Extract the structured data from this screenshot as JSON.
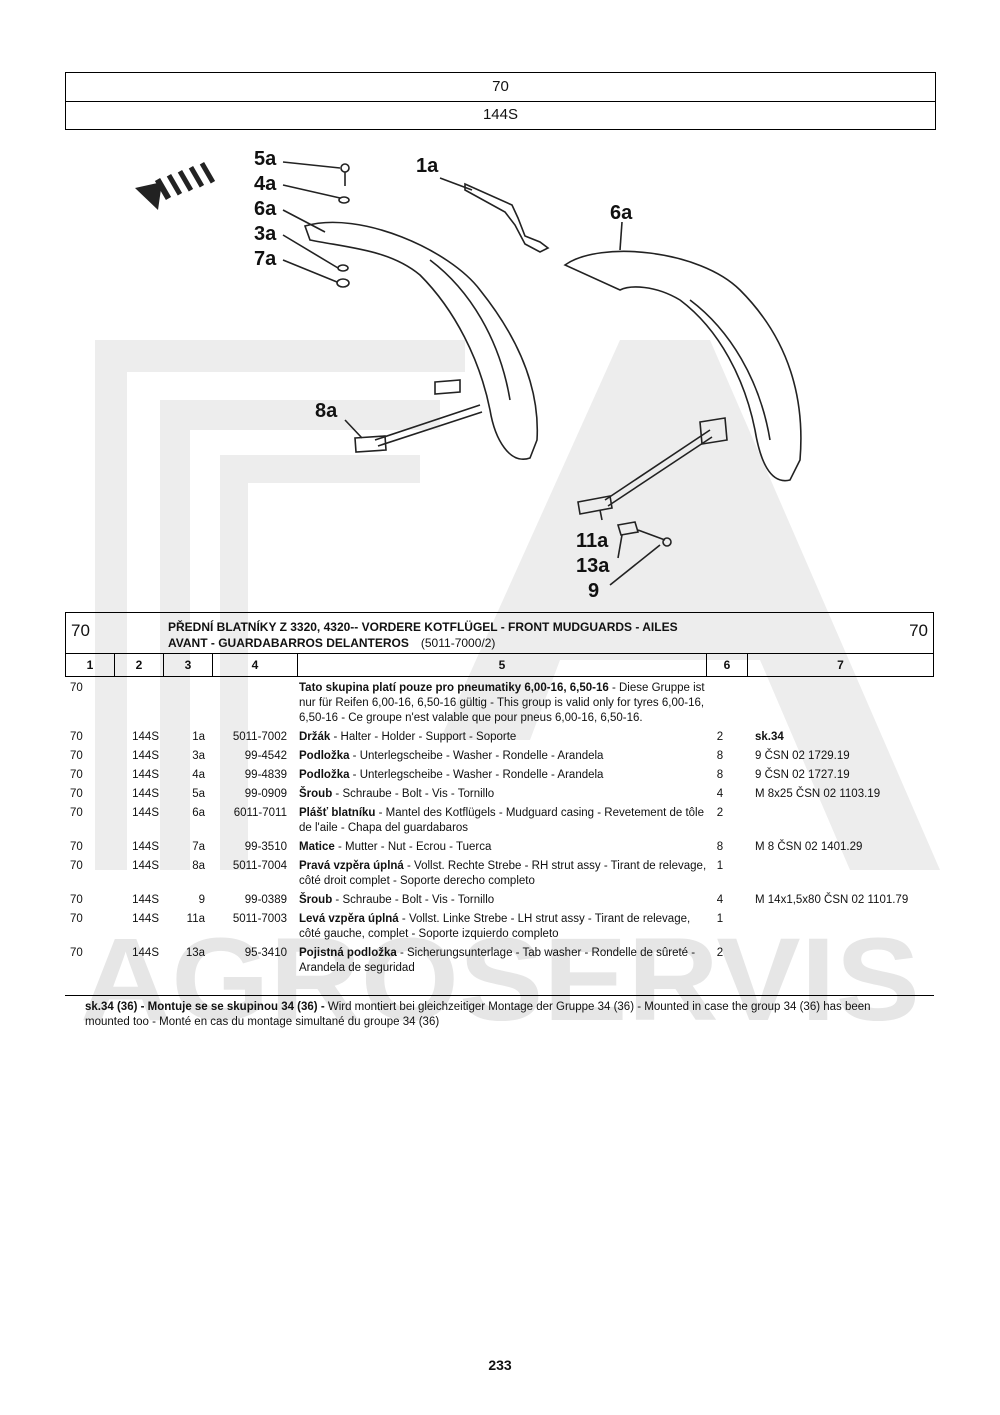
{
  "header": {
    "group": "70",
    "model": "144S"
  },
  "callouts": [
    "5a",
    "4a",
    "6a",
    "3a",
    "7a",
    "1a",
    "6a",
    "8a",
    "11a",
    "13a",
    "9"
  ],
  "watermark_text": "AGROSERVIS",
  "table": {
    "group_left": "70",
    "group_right": "70",
    "title_line1": "PŘEDNÍ BLATNÍKY Z 3320, 4320-- VORDERE KOTFLÜGEL - FRONT MUDGUARDS - AILES",
    "title_line2": "AVANT - GUARDABARROS DELANTEROS",
    "title_code": "(5011-7000/2)",
    "columns": [
      "1",
      "2",
      "3",
      "4",
      "5",
      "6",
      "7"
    ],
    "intro": {
      "col1": "70",
      "bold": "Tato skupina platí pouze pro pneumatiky 6,00-16, 6,50-16",
      "rest": " - Diese Gruppe ist nur für Reifen  6,00-16, 6,50-16 gültig - This group is valid only for tyres  6,00-16, 6,50-16 - Ce groupe n'est valable que pour pneus  6,00-16, 6,50-16."
    },
    "rows": [
      {
        "g": "70",
        "m": "144S",
        "pos": "1a",
        "part": "5011-7002",
        "name": "Držák",
        "desc": " - Halter - Holder - Support - Soporte",
        "qty": "2",
        "note": "sk.34",
        "note_bold": true
      },
      {
        "g": "70",
        "m": "144S",
        "pos": "3a",
        "part": "99-4542",
        "name": "Podložka",
        "desc": " - Unterlegscheibe - Washer - Rondelle - Arandela",
        "qty": "8",
        "note": "9 ČSN 02 1729.19",
        "note_bold": false
      },
      {
        "g": "70",
        "m": "144S",
        "pos": "4a",
        "part": "99-4839",
        "name": "Podložka",
        "desc": " - Unterlegscheibe - Washer - Rondelle - Arandela",
        "qty": "8",
        "note": "9 ČSN 02 1727.19",
        "note_bold": false
      },
      {
        "g": "70",
        "m": "144S",
        "pos": "5a",
        "part": "99-0909",
        "name": "Šroub",
        "desc": " - Schraube - Bolt - Vis - Tornillo",
        "qty": "4",
        "note": "M 8x25 ČSN 02 1103.19",
        "note_bold": false
      },
      {
        "g": "70",
        "m": "144S",
        "pos": "6a",
        "part": "6011-7011",
        "name": "Plášť blatníku",
        "desc": " - Mantel des Kotflügels - Mudguard casing - Revetement de tôle de l'aile - Chapa del guardabaros",
        "qty": "2",
        "note": "",
        "note_bold": false
      },
      {
        "g": "70",
        "m": "144S",
        "pos": "7a",
        "part": "99-3510",
        "name": "Matice",
        "desc": " - Mutter - Nut - Ecrou - Tuerca",
        "qty": "8",
        "note": "M 8 ČSN 02 1401.29",
        "note_bold": false
      },
      {
        "g": "70",
        "m": "144S",
        "pos": "8a",
        "part": "5011-7004",
        "name": "Pravá vzpěra úplná",
        "desc": " - Vollst. Rechte Strebe - RH strut assy - Tirant de relevage, côté droit complet - Soporte derecho completo",
        "qty": "1",
        "note": "",
        "note_bold": false
      },
      {
        "g": "70",
        "m": "144S",
        "pos": "9",
        "part": "99-0389",
        "name": "Šroub",
        "desc": " - Schraube - Bolt - Vis - Tornillo",
        "qty": "4",
        "note": "M 14x1,5x80 ČSN 02 1101.79",
        "note_bold": false
      },
      {
        "g": "70",
        "m": "144S",
        "pos": "11a",
        "part": "5011-7003",
        "name": "Levá vzpěra úplná",
        "desc": " - Vollst. Linke Strebe - LH strut assy - Tirant de relevage, côté gauche, complet - Soporte izquierdo completo",
        "qty": "1",
        "note": "",
        "note_bold": false
      },
      {
        "g": "70",
        "m": "144S",
        "pos": "13a",
        "part": "95-3410",
        "name": "Pojistná podložka",
        "desc": " - Sicherungsunterlage - Tab washer - Rondelle de sûreté - Arandela de seguridad",
        "qty": "2",
        "note": "",
        "note_bold": false
      }
    ]
  },
  "footnote": {
    "bold": "sk.34 (36) - Montuje se se skupinou 34 (36) -",
    "rest": " Wird montiert bei gleichzeitiger Montage der Gruppe 34 (36) - Mounted in case the group 34 (36) has been mounted too - Monté en cas du montage simultané du groupe 34 (36)"
  },
  "page_number": "233"
}
